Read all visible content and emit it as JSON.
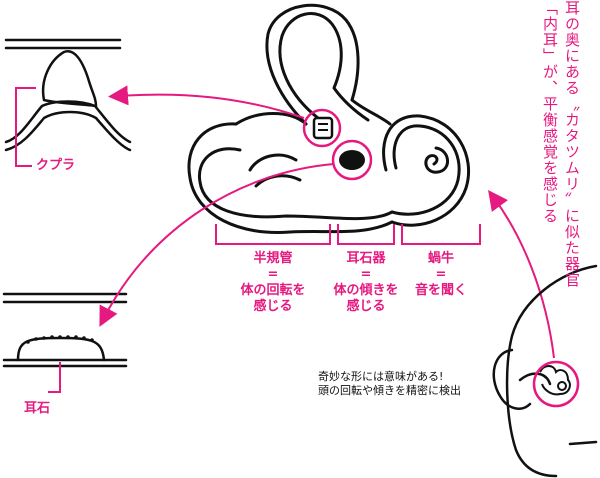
{
  "colors": {
    "accent": "#e5197f",
    "ink": "#111111",
    "background": "#ffffff"
  },
  "heading": {
    "line1": "耳の奥にある〝カタツムリ〟に似た器官",
    "line2": "「内耳」が、平衡感覚を感じる"
  },
  "labels": {
    "cupula": "クプラ",
    "otolith": "耳石"
  },
  "sections": [
    {
      "name": "半規管",
      "eq": "=",
      "desc1": "体の回転を",
      "desc2": "感じる"
    },
    {
      "name": "耳石器",
      "eq": "=",
      "desc1": "体の傾きを",
      "desc2": "感じる"
    },
    {
      "name": "蝸牛",
      "eq": "=",
      "desc1": "音を聞く",
      "desc2": ""
    }
  ],
  "caption": {
    "line1": "奇妙な形には意味がある!",
    "line2": "頭の回転や傾きを精密に検出"
  }
}
